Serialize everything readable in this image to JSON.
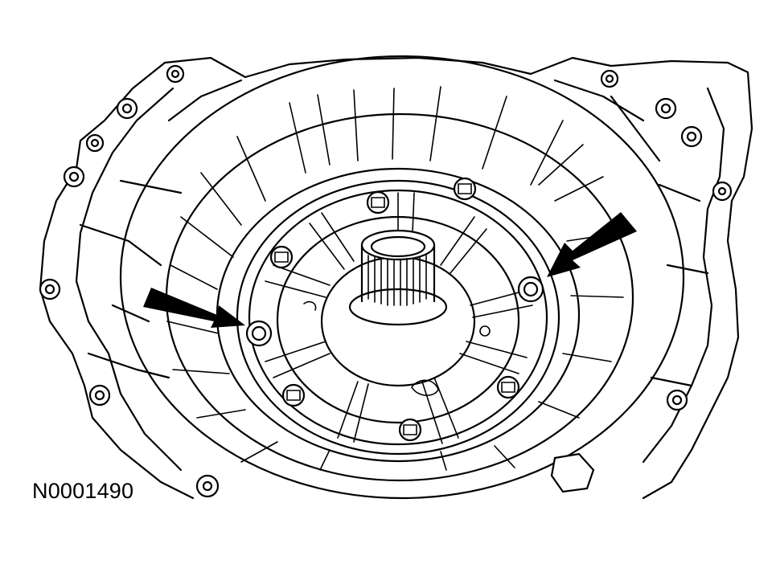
{
  "figure": {
    "id_label": "N0001490",
    "colors": {
      "line": "#000000",
      "background": "#ffffff"
    },
    "callouts": [
      {
        "name": "left-arrow",
        "points_to": "left-pump-bolt"
      },
      {
        "name": "right-arrow",
        "points_to": "right-pump-bolt"
      }
    ]
  }
}
